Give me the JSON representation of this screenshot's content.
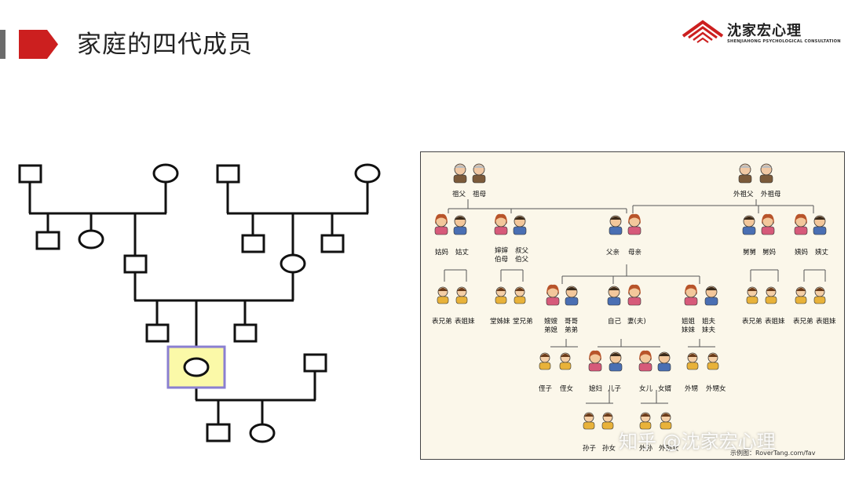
{
  "slide": {
    "title": "家庭的四代成员"
  },
  "logo": {
    "name": "沈家宏心理",
    "subtitle": "SHENJIAHONG PSYCHOLOGICAL CONSULTATION"
  },
  "colors": {
    "accent": "#cc1f1f",
    "bar": "#6b6b6b",
    "self_fill": "#fbf9a8",
    "self_border": "#8a7fd1",
    "panel_bg": "#fbf7ea"
  },
  "genogram": {
    "nodes": [
      {
        "id": "pgf",
        "shape": "square"
      },
      {
        "id": "pgm",
        "shape": "circle"
      },
      {
        "id": "mgf",
        "shape": "square"
      },
      {
        "id": "mgm",
        "shape": "circle"
      },
      {
        "id": "pu1",
        "shape": "square"
      },
      {
        "id": "pa1",
        "shape": "circle"
      },
      {
        "id": "father",
        "shape": "square"
      },
      {
        "id": "mu1",
        "shape": "square"
      },
      {
        "id": "mu2",
        "shape": "square"
      },
      {
        "id": "mother",
        "shape": "circle"
      },
      {
        "id": "brother1",
        "shape": "square"
      },
      {
        "id": "self",
        "shape": "circle",
        "highlight": true
      },
      {
        "id": "brother2",
        "shape": "square"
      },
      {
        "id": "spouse",
        "shape": "square"
      },
      {
        "id": "son",
        "shape": "square"
      },
      {
        "id": "daughter",
        "shape": "circle"
      }
    ]
  },
  "family_tree": {
    "labels": {
      "grandpa": "祖父",
      "grandma": "祖母",
      "mgrandpa": "外祖父",
      "mgrandma": "外祖母",
      "aunt_f": "姑妈",
      "aunt_f_husband": "姑丈",
      "aunt_wife": "婶婶",
      "aunt_wife2": "伯母",
      "uncle_f": "叔父",
      "uncle_f2": "伯父",
      "father": "父亲",
      "mother": "母亲",
      "uncle_m": "舅舅",
      "aunt_m": "舅妈",
      "aunt_m2": "姨妈",
      "uncle_m2": "姨丈",
      "cousin1": "表兄弟",
      "cousin2": "表姐妹",
      "cousin3": "堂姊妹",
      "cousin4": "堂兄弟",
      "sil1": "嫂嫂",
      "sil2": "弟媳",
      "bro1": "哥哥",
      "bro2": "弟弟",
      "self": "自己",
      "spouse": "妻(夫)",
      "sis1": "姐姐",
      "sis2": "妹妹",
      "bil1": "姐夫",
      "bil2": "妹夫",
      "cousin5": "表兄弟",
      "cousin6": "表姐妹",
      "cousin7": "表兄弟",
      "cousin8": "表姐妹",
      "nephew": "侄子",
      "niece": "侄女",
      "dil": "媳妇",
      "son": "儿子",
      "daughter": "女儿",
      "sonilaw": "女婿",
      "nephew2": "外甥",
      "niece2": "外甥女",
      "grandson": "孙子",
      "granddaughter": "孙女",
      "ggrandson": "外孙",
      "ggranddaughter": "外孙女"
    }
  },
  "watermark": "知乎 @沈家宏心理",
  "credit": "示例图：RoverTang.com/fav"
}
